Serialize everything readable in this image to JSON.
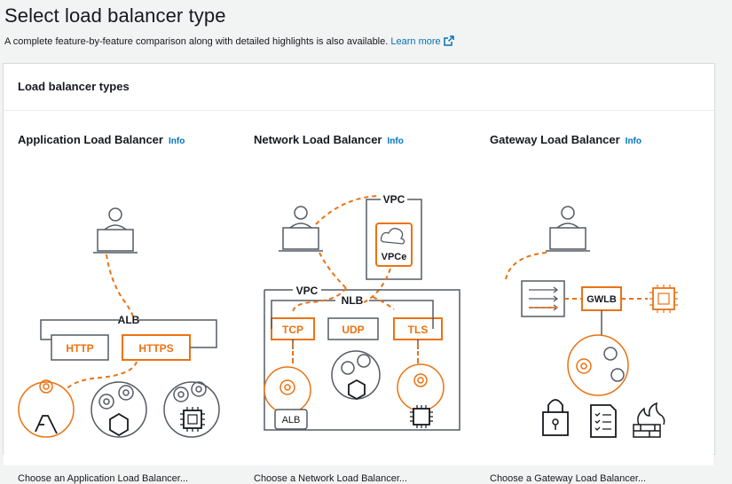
{
  "page": {
    "title": "Select load balancer type",
    "description": "A complete feature-by-feature comparison along with detailed highlights is also available.",
    "learn_more": "Learn more"
  },
  "panel": {
    "title": "Load balancer types"
  },
  "cards": [
    {
      "title": "Application Load Balancer",
      "info": "Info",
      "diagram": {
        "container": "ALB",
        "listeners": [
          "HTTP",
          "HTTPS"
        ]
      },
      "description": "Choose an Application Load Balancer..."
    },
    {
      "title": "Network Load Balancer",
      "info": "Info",
      "diagram": {
        "outer": "VPC",
        "endpoint_vpc": "VPC",
        "endpoint": "VPCe",
        "container": "NLB",
        "listeners": [
          "TCP",
          "UDP",
          "TLS"
        ],
        "target": "ALB"
      },
      "description": "Choose a Network Load Balancer..."
    },
    {
      "title": "Gateway Load Balancer",
      "info": "Info",
      "diagram": {
        "gateway": "GWLB"
      },
      "description": "Choose a Gateway Load Balancer..."
    }
  ],
  "colors": {
    "accent": "#ec7211",
    "link": "#0073bb",
    "border": "#545b64"
  }
}
